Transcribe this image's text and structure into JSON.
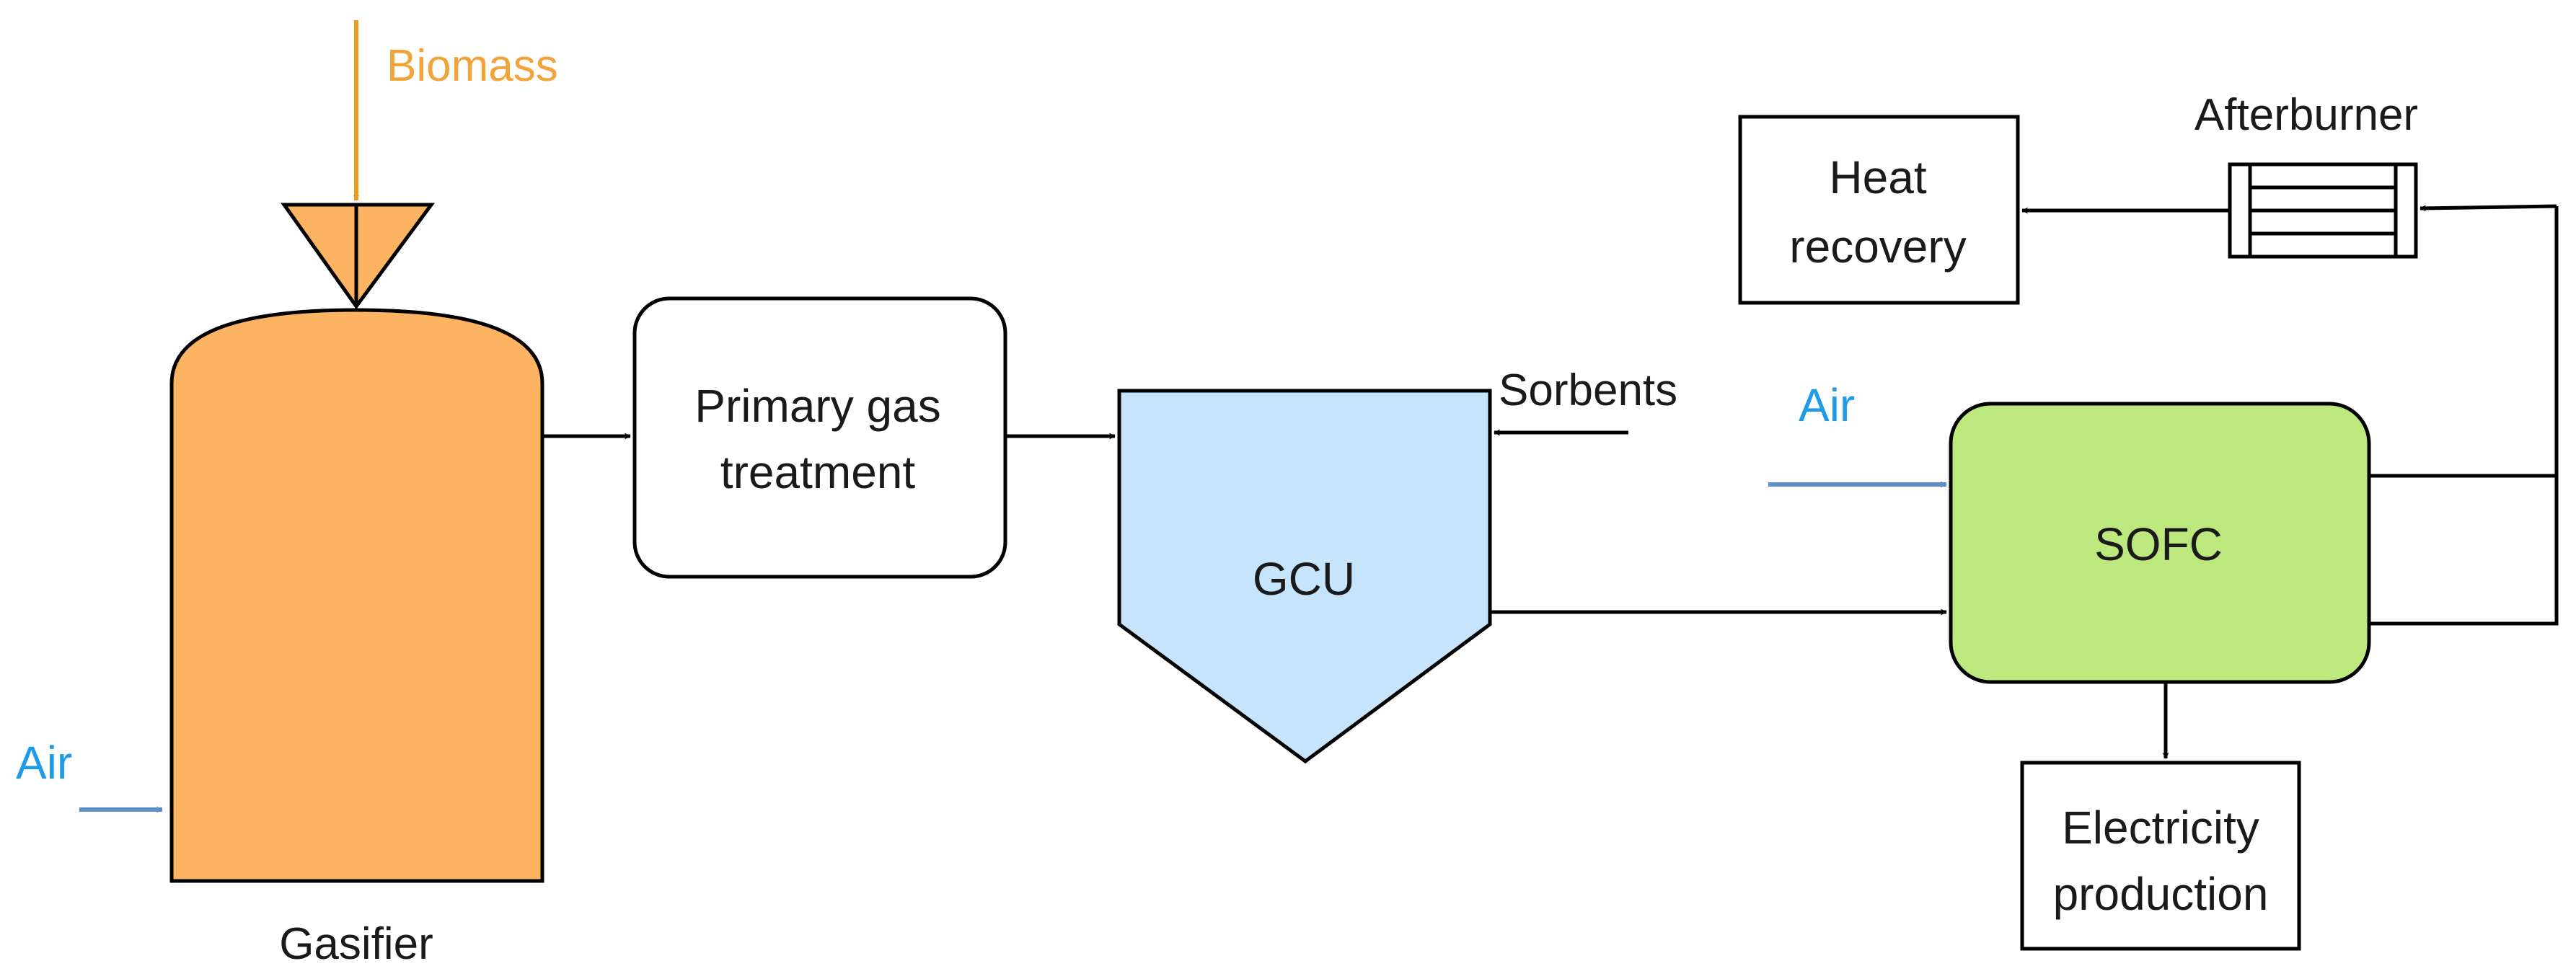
{
  "labels": {
    "biomass": "Biomass",
    "gasifier": "Gasifier",
    "air_gasifier": "Air",
    "primary_line1": "Primary gas",
    "primary_line2": "treatment",
    "gcu": "GCU",
    "sorbents": "Sorbents",
    "air_sofc": "Air",
    "sofc": "SOFC",
    "afterburner": "Afterburner",
    "heat_line1": "Heat",
    "heat_line2": "recovery",
    "elec_line1": "Electricity",
    "elec_line2": "production"
  },
  "colors": {
    "gasifier_fill": "#FDB462",
    "gcu_fill": "#C6E5FC",
    "sofc_fill": "#BDE87E",
    "biomass_stream": "#E99C1E",
    "air_stream": "#5B8FC8",
    "air_text": "#1E9BE8",
    "biomass_text": "#F2A33A",
    "line": "#000000"
  }
}
